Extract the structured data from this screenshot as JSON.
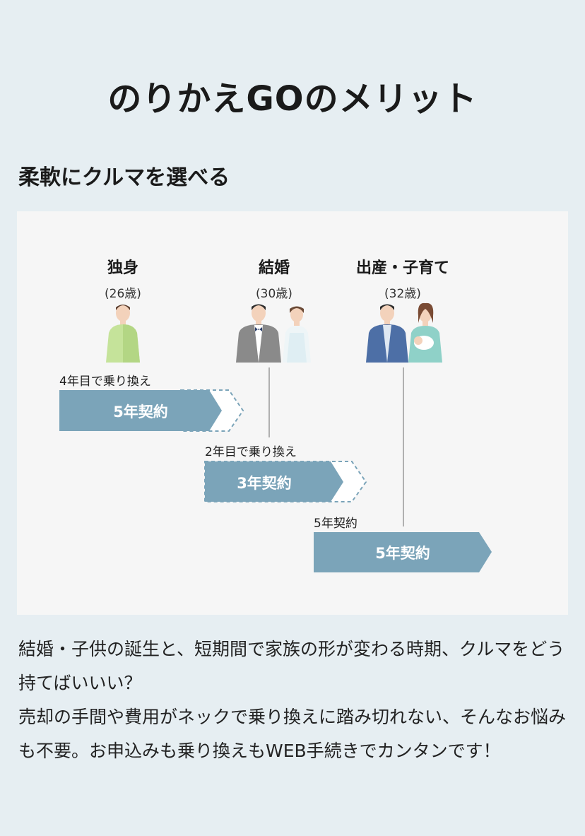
{
  "title": "のりかえGOのメリット",
  "subtitle": "柔軟にクルマを選べる",
  "stages": [
    {
      "name": "独身",
      "age": "(26歳)"
    },
    {
      "name": "結婚",
      "age": "(30歳)"
    },
    {
      "name": "出産・子育て",
      "age": "(32歳)"
    }
  ],
  "contracts": [
    {
      "note": "4年目で乗り換え",
      "label": "5年契約"
    },
    {
      "note": "2年目で乗り換え",
      "label": "3年契約"
    },
    {
      "note": "5年契約",
      "label": "5年契約"
    }
  ],
  "colors": {
    "arrow_fill": "#7ba4b9",
    "arrow_dash": "#7ba4b9",
    "background": "#e6eef2",
    "panel": "#f6f6f6",
    "single_person": "#c5e39a",
    "groom_suit": "#8a8a8a",
    "bride_dress": "#eef5f7",
    "father_jacket": "#4d6fa6",
    "mother_top": "#8fd1c8"
  },
  "body": [
    "結婚・子供の誕生と、短期間で家族の形が変わる時期、クルマをどう持てばいいい？",
    "売却の手間や費用がネックで乗り換えに踏み切れない、そんなお悩みも不要。お申込みも乗り換えもWEB手続きでカンタンです！"
  ]
}
